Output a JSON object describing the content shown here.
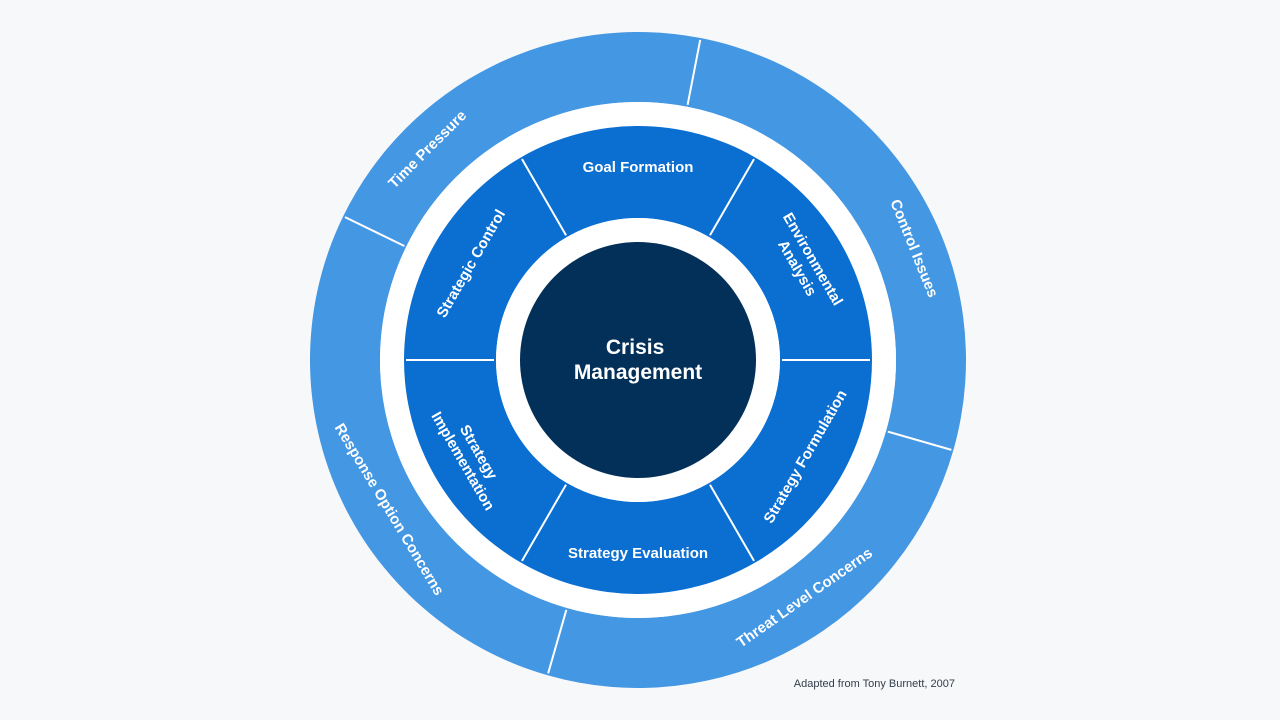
{
  "center": {
    "line1": "Crisis",
    "line2": "Management"
  },
  "outer_ring": [
    {
      "label": "Time Pressure"
    },
    {
      "label": "Control Issues"
    },
    {
      "label": "Threat Level Concerns"
    },
    {
      "label": "Response Option Concerns"
    }
  ],
  "inner_ring": [
    {
      "label": "Goal Formation",
      "lines": [
        "Goal Formation"
      ]
    },
    {
      "label": "Environmental Analysis",
      "lines": [
        "Environmental",
        "Analysis"
      ]
    },
    {
      "label": "Strategy Formulation",
      "lines": [
        "Strategy Formulation"
      ]
    },
    {
      "label": "Strategy Evaluation",
      "lines": [
        "Strategy Evaluation"
      ]
    },
    {
      "label": "Strategy Implementation",
      "lines": [
        "Strategy",
        "Implementation"
      ]
    },
    {
      "label": "Strategic Control",
      "lines": [
        "Strategic Control"
      ]
    }
  ],
  "caption": "Adapted from Tony Burnett, 2007",
  "colors": {
    "outer_ring": "#4497e3",
    "inner_ring": "#0b6fd2",
    "center": "#033059",
    "background": "#f7f8fa",
    "divider": "#ffffff",
    "label_text": "#ffffff"
  }
}
